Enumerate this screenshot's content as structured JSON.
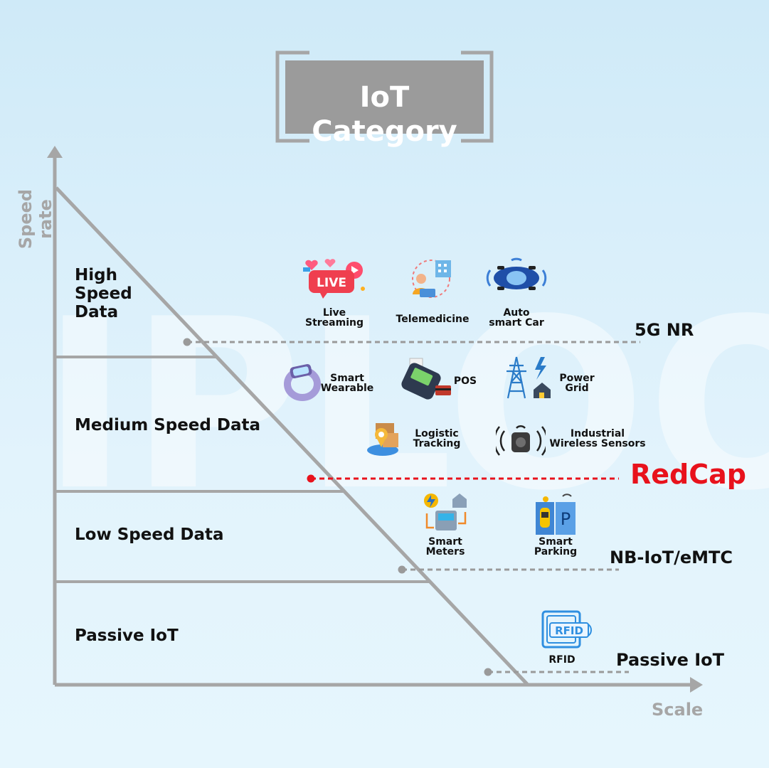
{
  "header": {
    "title": "IoT Category"
  },
  "axes": {
    "y_label": "Speed rate",
    "x_label": "Scale"
  },
  "watermark": "IPLOOK",
  "tiers": [
    {
      "label": "High\nSpeed\nData"
    },
    {
      "label": "Medium Speed Data"
    },
    {
      "label": "Low Speed Data"
    },
    {
      "label": "Passive IoT"
    }
  ],
  "technologies": [
    {
      "label": "5G NR"
    },
    {
      "label": "RedCap",
      "color": "#e8121c"
    },
    {
      "label": "NB-IoT/eMTC"
    },
    {
      "label": "Passive IoT"
    }
  ],
  "applications": {
    "high": [
      {
        "label": "Live\nStreaming",
        "icon": "live-streaming-icon"
      },
      {
        "label": "Telemedicine",
        "icon": "telemedicine-icon"
      },
      {
        "label": "Auto\nsmart Car",
        "icon": "smart-car-icon"
      }
    ],
    "medium": [
      {
        "label": "Smart\nWearable",
        "icon": "smartwatch-icon"
      },
      {
        "label": "POS",
        "icon": "pos-terminal-icon"
      },
      {
        "label": "Power\nGrid",
        "icon": "power-grid-icon"
      },
      {
        "label": "Logistic\nTracking",
        "icon": "logistic-tracking-icon"
      },
      {
        "label": "Industrial\nWireless Sensors",
        "icon": "wireless-sensor-icon"
      }
    ],
    "low": [
      {
        "label": "Smart\nMeters",
        "icon": "smart-meter-icon"
      },
      {
        "label": "Smart\nParking",
        "icon": "smart-parking-icon"
      }
    ],
    "passive": [
      {
        "label": "RFID",
        "icon": "rfid-icon"
      }
    ]
  },
  "colors": {
    "axis": "#a6a6a6",
    "dashed": "#9a9a9a",
    "redcap": "#e8121c",
    "title_box": "#9b9b9b"
  }
}
